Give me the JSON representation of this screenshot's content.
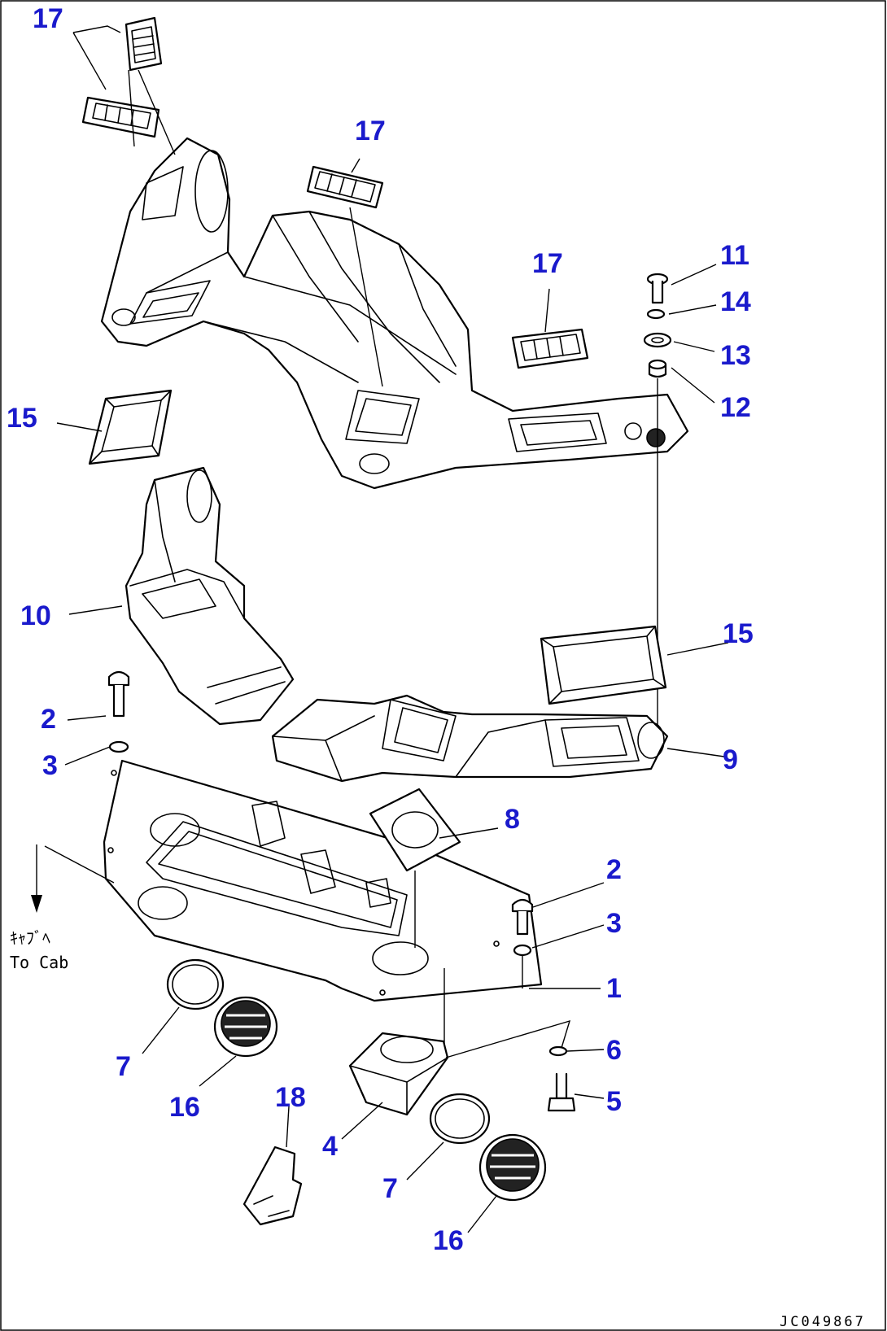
{
  "callouts": {
    "c17a": "17",
    "c17b": "17",
    "c17c": "17",
    "c11": "11",
    "c14": "14",
    "c13": "13",
    "c12": "12",
    "c15a": "15",
    "c15b": "15",
    "c10": "10",
    "c2a": "2",
    "c3a": "3",
    "c9": "9",
    "c8": "8",
    "c2b": "2",
    "c3b": "3",
    "c1": "1",
    "c6": "6",
    "c5": "5",
    "c7a": "7",
    "c16a": "16",
    "c18": "18",
    "c4": "4",
    "c7b": "7",
    "c16b": "16"
  },
  "note": {
    "jp": "ｷｬﾌﾞﾍ",
    "en": "To Cab"
  },
  "drawing_code": "JC049867",
  "colors": {
    "callout": "#1a1acc",
    "line": "#000000",
    "background": "#ffffff"
  }
}
